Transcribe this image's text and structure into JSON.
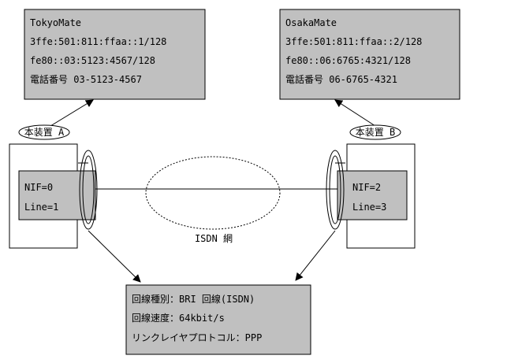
{
  "tokyo_box": {
    "name": "TokyoMate",
    "global_address": "3ffe:501:811:ffaa::1/128",
    "link_local": "fe80::03:5123:4567/128",
    "phone": "電話番号 03-5123-4567"
  },
  "osaka_box": {
    "name": "OsakaMate",
    "global_address": "3ffe:501:811:ffaa::2/128",
    "link_local": "fe80::06:6765:4321/128",
    "phone": "電話番号 06-6765-4321"
  },
  "device_a": {
    "label": "本装置 A",
    "nif": "NIF=0",
    "line": "Line=1"
  },
  "device_b": {
    "label": "本装置 B",
    "nif": "NIF=2",
    "line": "Line=3"
  },
  "network": {
    "label": "ISDN 網"
  },
  "line_box": {
    "type": "回線種別：BRI 回線(ISDN)",
    "speed": "回線速度：64kbit/s",
    "protocol": "リンクレイヤプロトコル：PPP"
  },
  "colors": {
    "box_fill": "#c0c0c0",
    "stroke": "#000000",
    "background": "#ffffff"
  }
}
